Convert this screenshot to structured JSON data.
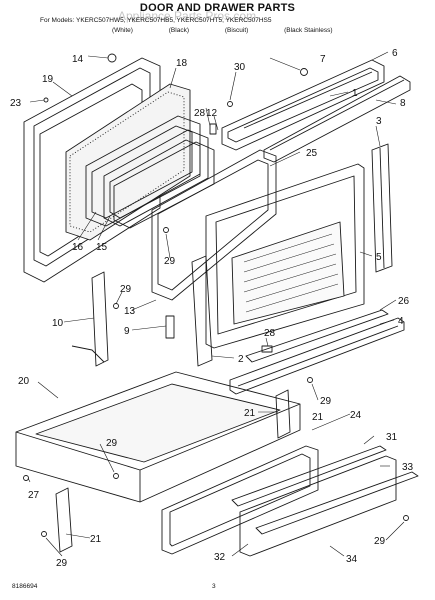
{
  "header": {
    "title": "DOOR AND DRAWER PARTS",
    "models_line": "For Models: YKERC507HW5, YKERC507HB5, YKERC507HT5, YKERC507HS5",
    "colors": [
      "(White)",
      "(Black)",
      "(Biscuit)",
      "(Black Stainless)"
    ],
    "watermark": "Appliance Parts Pros.com"
  },
  "callouts": [
    "1",
    "2",
    "3",
    "4",
    "5",
    "6",
    "7",
    "8",
    "9",
    "10",
    "12",
    "13",
    "14",
    "15",
    "16",
    "18",
    "19",
    "20",
    "21",
    "21",
    "21",
    "23",
    "24",
    "25",
    "26",
    "27",
    "28",
    "28",
    "29",
    "29",
    "29",
    "29",
    "29",
    "29",
    "30",
    "31",
    "32",
    "33",
    "34"
  ],
  "footer": {
    "part_number": "8186694",
    "page": "3"
  }
}
